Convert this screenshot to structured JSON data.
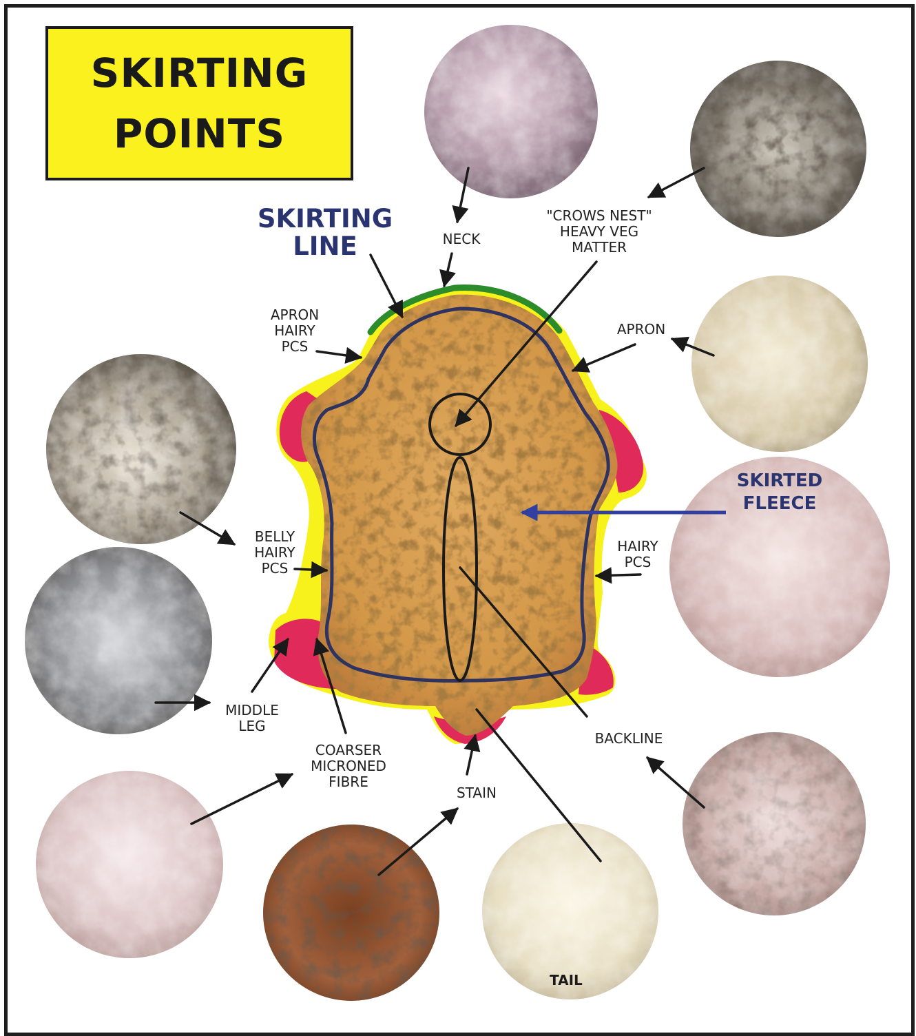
{
  "title": {
    "line1": "SKIRTING",
    "line2": "POINTS",
    "box_color": "#fbf11f"
  },
  "labels": {
    "skirting_line": {
      "line1": "SKIRTING",
      "line2": "LINE"
    },
    "neck": "NECK",
    "crows_nest": {
      "line1": "\"CROWS NEST\"",
      "line2": "HEAVY VEG",
      "line3": "MATTER"
    },
    "apron_hairy": {
      "line1": "APRON",
      "line2": "HAIRY",
      "line3": "PCS"
    },
    "apron": "APRON",
    "skirted_fleece": {
      "line1": "SKIRTED",
      "line2": "FLEECE"
    },
    "belly_hairy": {
      "line1": "BELLY",
      "line2": "HAIRY",
      "line3": "PCS"
    },
    "hairy_pcs": {
      "line1": "HAIRY",
      "line2": "PCS"
    },
    "middle_leg": {
      "line1": "MIDDLE",
      "line2": "LEG"
    },
    "coarser": {
      "line1": "COARSER",
      "line2": "MICRONED",
      "line3": "FIBRE"
    },
    "stain": "STAIN",
    "backline": "BACKLINE",
    "tail": "TAIL"
  },
  "colors": {
    "label_blue": "#2a3470",
    "skirted_arrow": "#3140a0",
    "fleece_body": "#d79b50",
    "neck_edge": "#2c8c2c",
    "edge_yellow": "#f7f21c",
    "leg_red": "#e02a5a"
  },
  "photos": [
    {
      "name": "neck-photo",
      "texture": "pinkish-grey fleece"
    },
    {
      "name": "crows-nest-photo",
      "texture": "dark vegetable matter fleece"
    },
    {
      "name": "apron-photo",
      "texture": "cream hairy fibre"
    },
    {
      "name": "skirted-fleece-photo",
      "texture": "pink crimped fleece"
    },
    {
      "name": "belly-photo",
      "texture": "white locks on dark"
    },
    {
      "name": "middle-leg-photo",
      "texture": "grey blue fleece"
    },
    {
      "name": "coarser-photo",
      "texture": "pink fleece with brown tips"
    },
    {
      "name": "stain-photo",
      "texture": "brown stained fleece"
    },
    {
      "name": "tail-photo",
      "texture": "cream curly locks"
    },
    {
      "name": "backline-photo",
      "texture": "pink fleece with debris"
    }
  ]
}
